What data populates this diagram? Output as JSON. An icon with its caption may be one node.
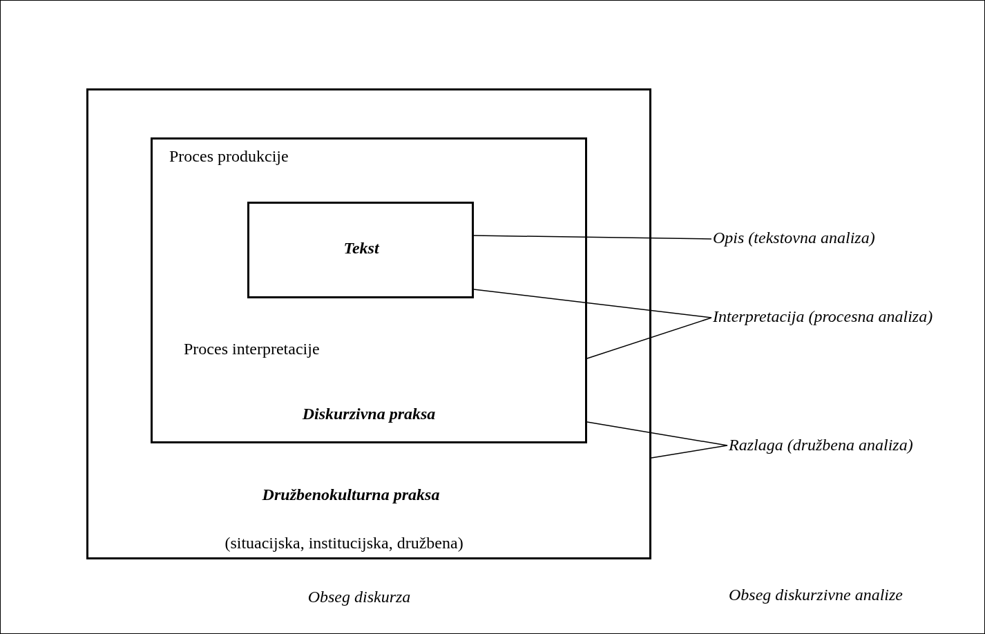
{
  "diagram": {
    "nodes": [
      {
        "text": [
          "Družbenokulturna praksa",
          "(situacijska, institucijska, družbena)"
        ]
      },
      {
        "text": [
          "Proces produkcije",
          "Proces interpretacije",
          "Diskurzivna praksa"
        ],
        "in": 0
      },
      {
        "text": [
          "Tekst"
        ],
        "in": 1
      },
      {
        "text": [
          "Opis (tekstovna analiza)"
        ]
      },
      {
        "text": [
          "Interpretacija (procesna analiza)"
        ]
      },
      {
        "text": [
          "Razlaga (družbena analiza)"
        ]
      }
    ],
    "edges": [
      {
        "from": 2,
        "to": 3,
        "arrow": "none"
      },
      {
        "from": 2,
        "to": 4,
        "arrow": "none"
      },
      {
        "from": 1,
        "to": 4,
        "arrow": "none"
      },
      {
        "from": 1,
        "to": 5,
        "arrow": "none"
      },
      {
        "from": 0,
        "to": 5,
        "arrow": "none"
      }
    ],
    "labels": [
      "Obseg diskurza",
      "Obseg diskurzivne analize"
    ]
  }
}
